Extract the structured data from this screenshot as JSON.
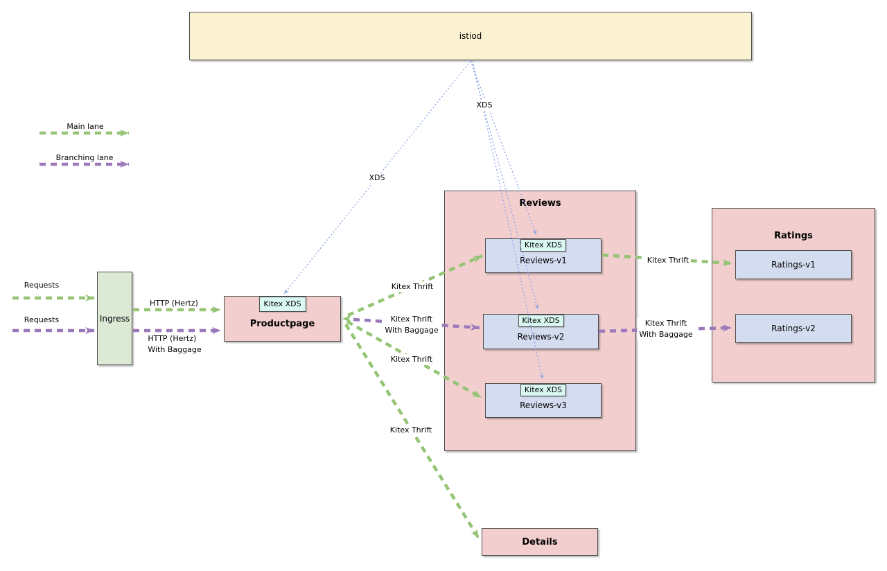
{
  "title": "Kitex xDS service-mesh traffic lane diagram",
  "colors": {
    "main_lane_green": "#94c474",
    "branching_lane_purple": "#9b79ba",
    "xds_line_blue": "#8ca3e8",
    "node_pink": "#f2cfce",
    "node_blue": "#d4dcef",
    "node_cream": "#fbf2d2",
    "node_green": "#dce9d5",
    "badge_cyan": "#daf8f2",
    "border": "#4d4d4d"
  },
  "legend": {
    "main_lane": "Main lane",
    "branching_lane": "Branching lane"
  },
  "nodes": {
    "istiod": "istiod",
    "ingress": "Ingress",
    "productpage": "Productpage",
    "details": "Details",
    "kitex_xds_badge": "Kitex XDS",
    "reviews": {
      "title": "Reviews",
      "v1": "Reviews-v1",
      "v2": "Reviews-v2",
      "v3": "Reviews-v3"
    },
    "ratings": {
      "title": "Ratings",
      "v1": "Ratings-v1",
      "v2": "Ratings-v2"
    }
  },
  "edge_labels": {
    "requests_main": "Requests",
    "requests_branching": "Requests",
    "http_hertz": "HTTP (Hertz)",
    "http_hertz_baggage": "HTTP (Hertz)\nWith Baggage",
    "kitex_thrift_v1": "Kitex Thrift",
    "kitex_thrift_baggage_v2": "Kitex Thrift\nWith Baggage",
    "kitex_thrift_v3": "Kitex Thrift",
    "kitex_thrift_details": "Kitex Thrift",
    "kitex_thrift_ratings": "Kitex Thrift",
    "kitex_thrift_baggage_ratings": "Kitex Thrift\nWith Baggage",
    "xds_to_productpage": "XDS",
    "xds_to_reviews": "XDS"
  }
}
